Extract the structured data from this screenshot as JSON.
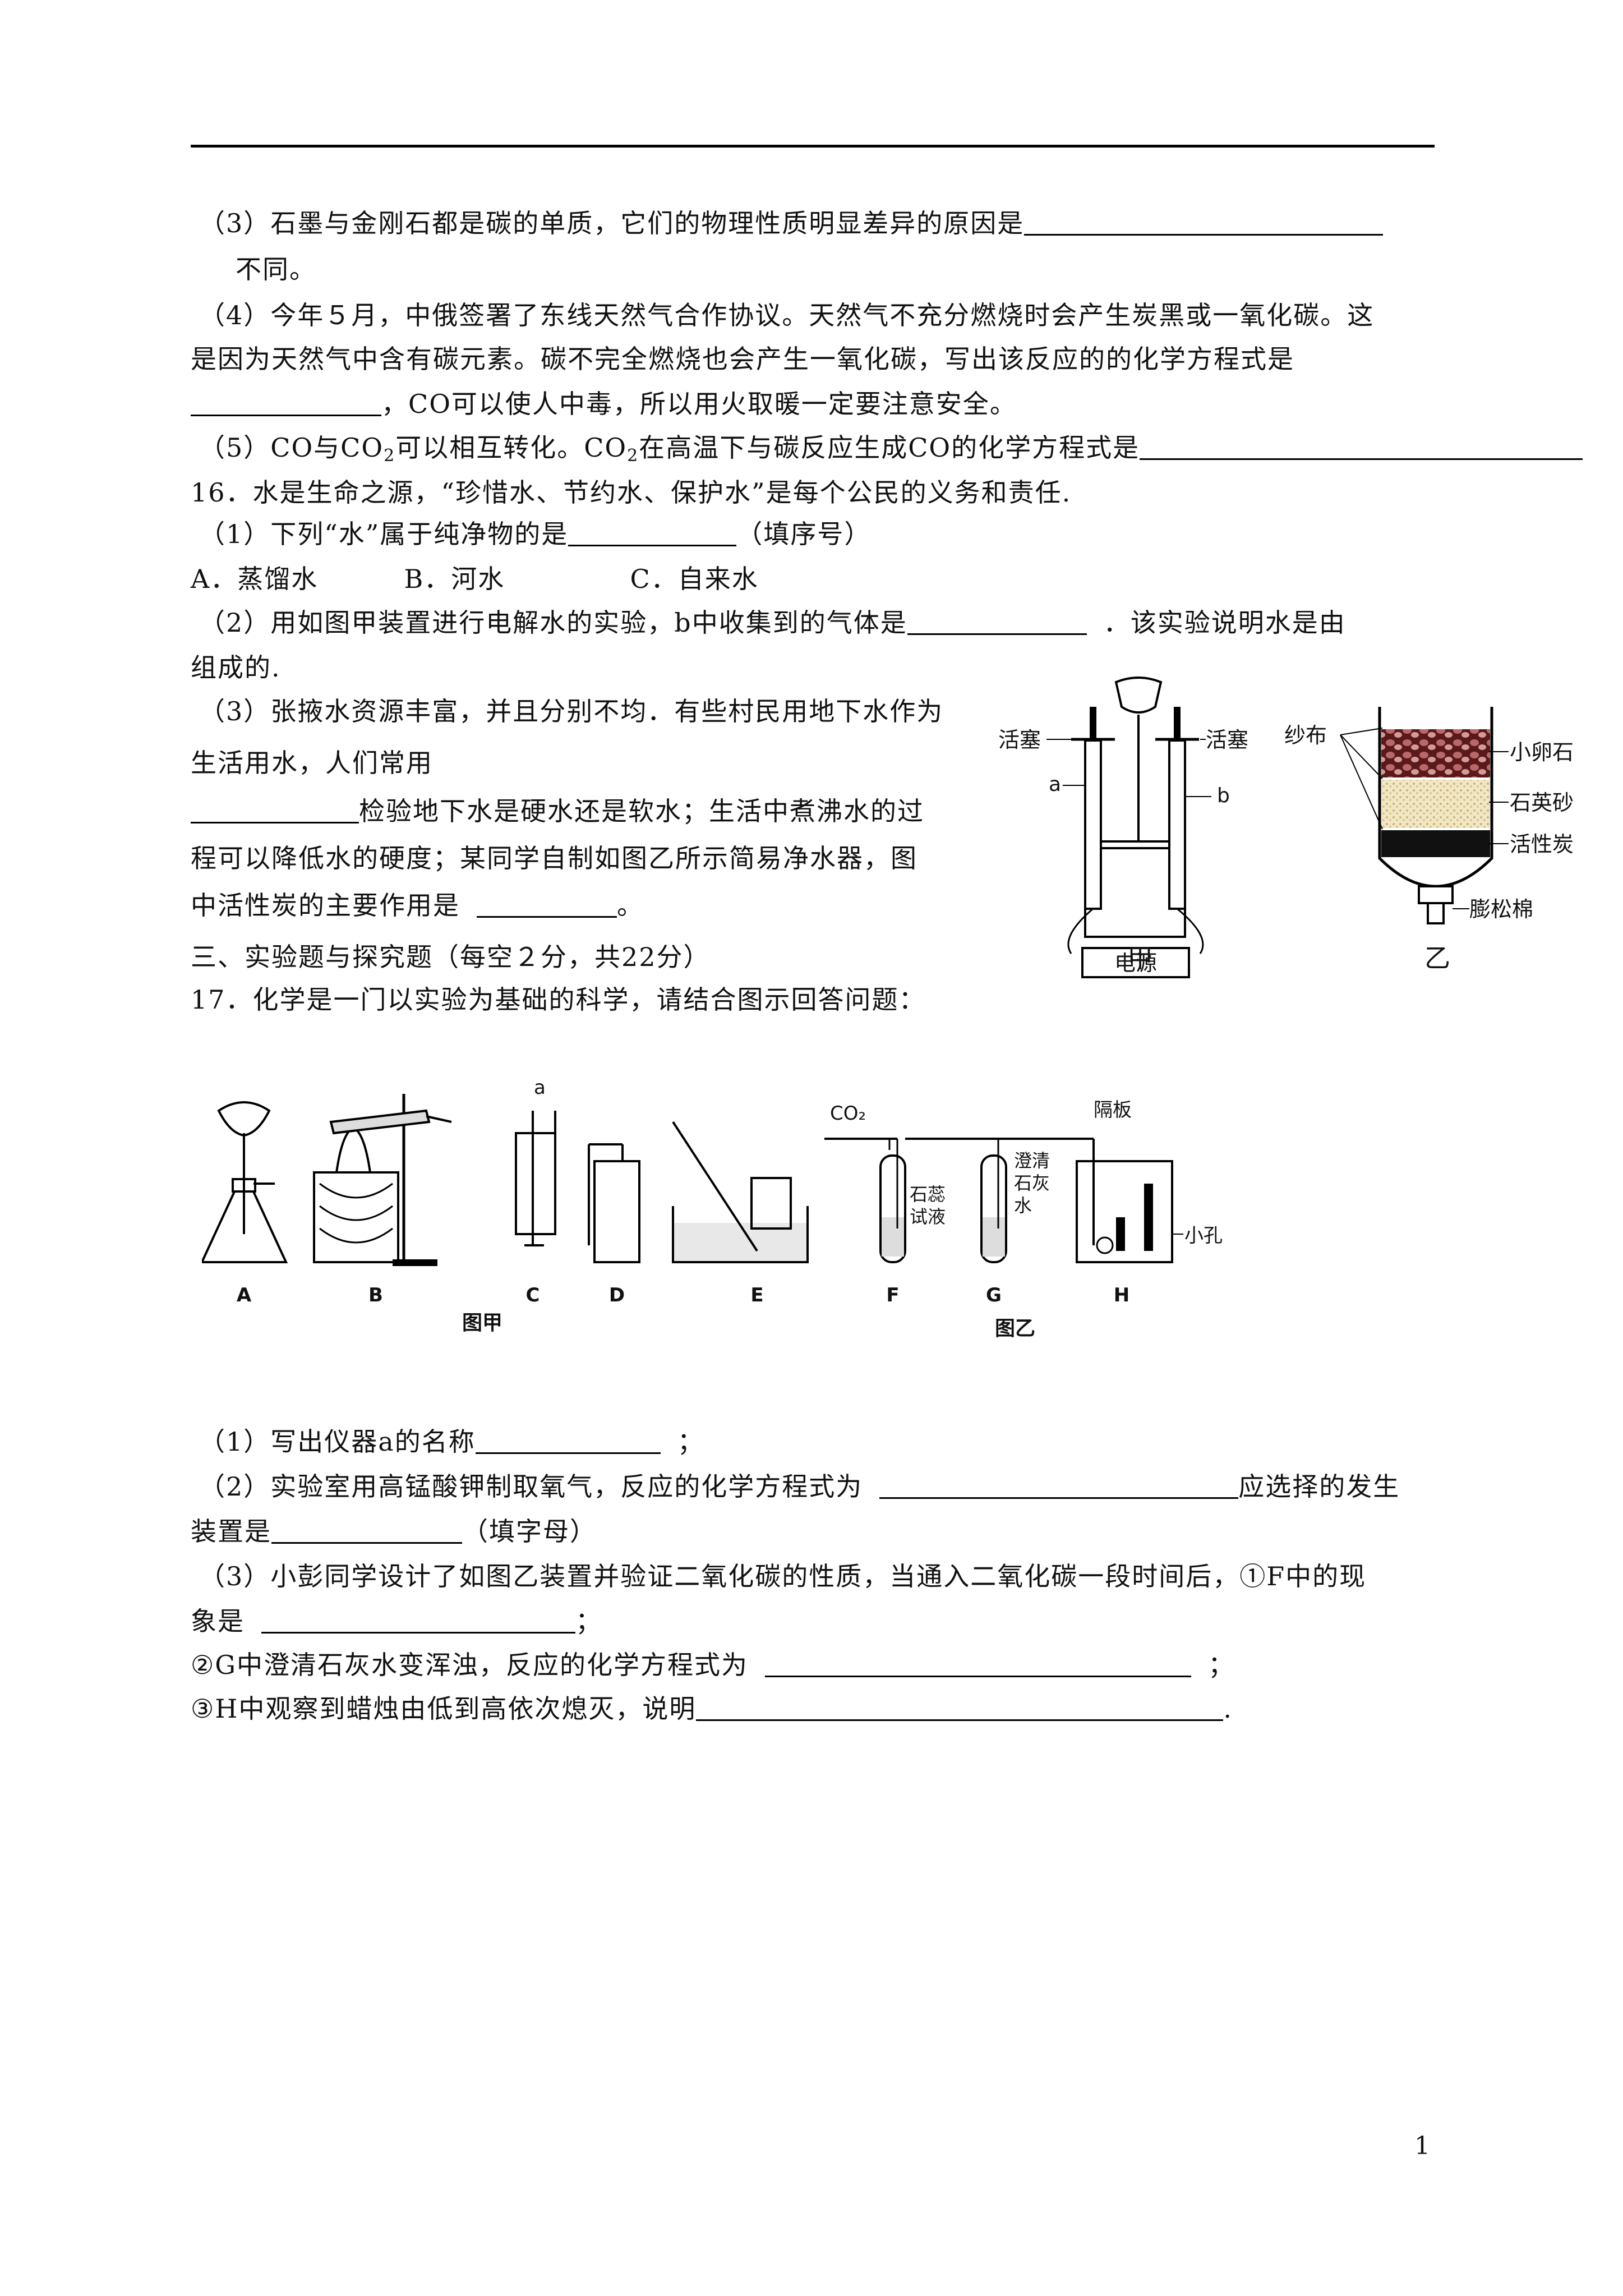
{
  "q15": {
    "p3_text": "（3）石墨与金刚石都是碳的单质，它们的物理性质明显差异的原因是",
    "p3_cont": "不同。",
    "p4_line1": "（4）今年５月，中俄签署了东线天然气合作协议。天然气不充分燃烧时会产生炭黑或一氧化碳。这",
    "p4_line2": "是因为天然气中含有碳元素。碳不完全燃烧也会产生一氧化碳，写出该反应的的化学方程式是",
    "p4_line3": "，CO可以使人中毒，所以用火取暖一定要注意安全。",
    "p5_a": "（5）CO与CO",
    "p5_b": "可以相互转化。CO",
    "p5_c": "在高温下与碳反应生成CO的化学方程式是",
    "sub2": "2"
  },
  "q16": {
    "title": "16．水是生命之源，“珍惜水、节约水、保护水”是每个公民的义务和责任.",
    "p1": "（1）下列“水”属于纯净物的是",
    "p1_tail": "（填序号）",
    "options": [
      "A．蒸馏水",
      "B．河水",
      "C．自来水"
    ],
    "p2_a": "（2）用如图甲装置进行电解水的实验，b中收集到的气体是",
    "p2_b": "．该实验说明水是由",
    "p2_cont": "组成的.",
    "p3_line1": "（3）张掖水资源丰富，并且分别不均．有些村民用地下水作为",
    "p3_line2": "生活用水，人们常用",
    "p3_line3": "检验地下水是硬水还是软水；生活中煮沸水的过",
    "p3_line4": "程可以降低水的硬度；某同学自制如图乙所示简易净水器，图",
    "p3_line5a": "中活性炭的主要作用是",
    "p3_line5b": "。",
    "fig_jia": {
      "label_valve_left": "活塞",
      "label_valve_right": "活塞",
      "label_a": "a",
      "label_b": "b",
      "label_power": "电源",
      "caption": "甲"
    },
    "fig_yi": {
      "label_gauze": "纱布",
      "label_pebble": "小卵石",
      "label_sand": "石英砂",
      "label_carbon": "活性炭",
      "label_cotton": "膨松棉",
      "caption": "乙"
    }
  },
  "section3": {
    "title": "三、实验题与探究题（每空２分，共22分）"
  },
  "q17": {
    "title": "17．化学是一门以实验为基础的科学，请结合图示回答问题：",
    "fig": {
      "label_A": "A",
      "label_B": "B",
      "label_C": "C",
      "label_D": "D",
      "label_E": "E",
      "label_F": "F",
      "label_G": "G",
      "label_H": "H",
      "label_a": "a",
      "label_co2": "CO₂",
      "label_litmus_1": "石蕊",
      "label_litmus_2": "试液",
      "label_lime_1": "澄清",
      "label_lime_2": "石灰",
      "label_lime_3": "水",
      "label_partition": "隔板",
      "label_hole": "小孔",
      "caption_jia": "图甲",
      "caption_yi": "图乙"
    },
    "p1_a": "（1）写出仪器a的名称",
    "p1_b": "；",
    "p2_a": "（2）实验室用高锰酸钾制取氧气，反应的化学方程式为",
    "p2_b": "应选择的发生",
    "p2_c": "装置是",
    "p2_d": "（填字母）",
    "p3_line1": "（3）小彭同学设计了如图乙装置并验证二氧化碳的性质，当通入二氧化碳一段时间后，①F中的现",
    "p3_line2a": "象是",
    "p3_line2b": "；",
    "p3_line3a": "②G中澄清石灰水变浑浊，反应的化学方程式为",
    "p3_line3b": "；",
    "p3_line4a": "③H中观察到蜡烛由低到高依次熄灭，说明",
    "p3_line4b": "."
  },
  "page_number": "1"
}
